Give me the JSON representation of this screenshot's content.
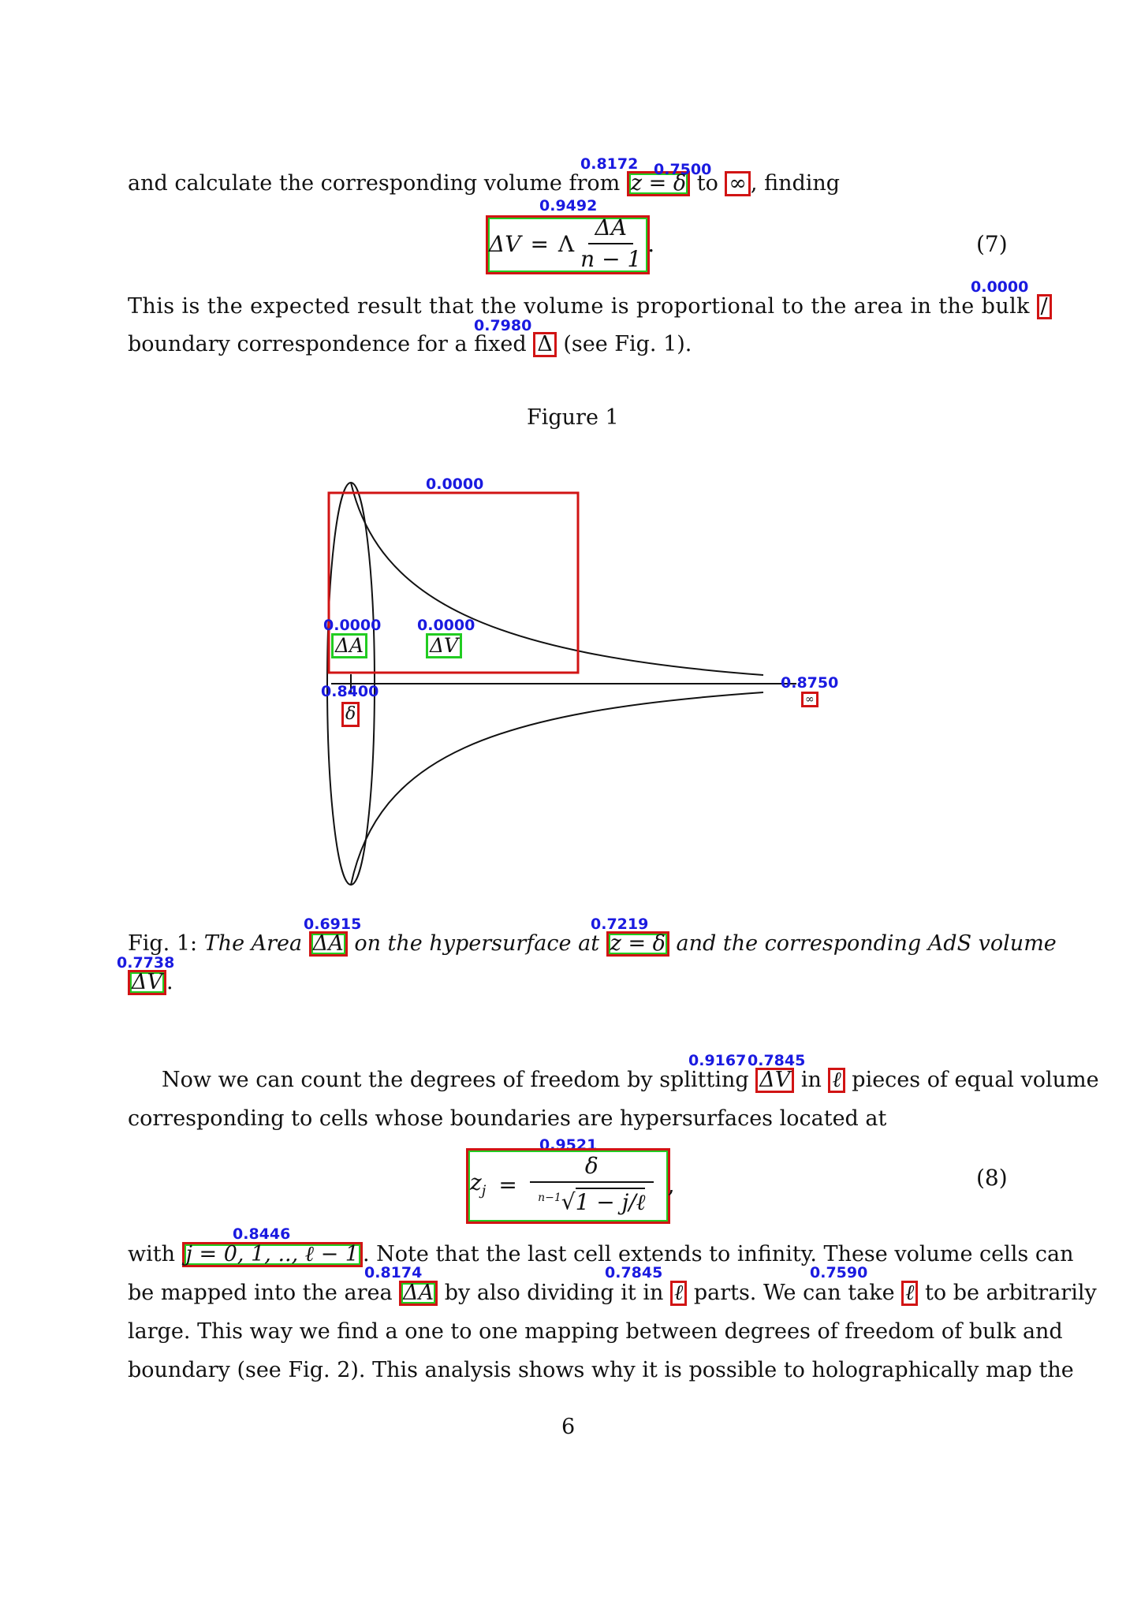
{
  "para1": {
    "text_before": "and calculate the corresponding volume from",
    "from_expr": "z = δ",
    "text_mid": "to",
    "to_expr": "∞",
    "text_after": ", finding"
  },
  "eq7": {
    "lhs": "ΔV",
    "equals": "=",
    "factor": "Λ",
    "numerator": "ΔA",
    "denominator": "n − 1",
    "trail": ".",
    "number": "(7)"
  },
  "para2": {
    "line1": "This is the expected result that the volume is proportional to the area in the bulk",
    "line1_end": "/",
    "line2_before": "boundary correspondence for a fixed",
    "line2_sym": "Δ",
    "line2_after": "(see Fig. 1)."
  },
  "figure1": {
    "title": "Figure 1",
    "label_area": "ΔA",
    "label_volume": "ΔV",
    "label_delta": "δ",
    "label_inf": "∞"
  },
  "caption1": {
    "prefix": "Fig. 1:",
    "text1": "The Area",
    "sym1": "ΔA",
    "text2": "on the hypersurface at",
    "sym2": "z = δ",
    "text3": "and the corresponding AdS volume",
    "sym3": "ΔV",
    "end": "."
  },
  "para3": {
    "l1_before": "Now we can count the degrees of freedom by splitting",
    "l1_sym1": "ΔV",
    "l1_mid": "in",
    "l1_sym2": "ℓ",
    "l1_after": "pieces of equal volume",
    "l2": "corresponding to cells whose boundaries are hypersurfaces located at"
  },
  "eq8": {
    "lhs": "z",
    "lhs_sub": "j",
    "equals": "=",
    "numerator": "δ",
    "root_index": "n−1",
    "radicand": "1 − j/ℓ",
    "trail": ",",
    "number": "(8)"
  },
  "para4": {
    "l1_before": "with",
    "l1_sym": "j = 0, 1, .., ℓ − 1",
    "l1_after": ". Note that the last cell extends to infinity. These volume cells can",
    "l2_before": "be mapped into the area",
    "l2_sym1": "ΔA",
    "l2_mid1": "by also dividing it in",
    "l2_sym2": "ℓ",
    "l2_mid2": "parts. We can take",
    "l2_sym3": "ℓ",
    "l2_after": "to be arbitrarily",
    "l3": "large. This way we find a one to one mapping between degrees of freedom of bulk and",
    "l4": "boundary (see Fig. 2). This analysis shows why it is possible to holographically map the"
  },
  "page_number": "6",
  "scores": {
    "s1": "0.8172",
    "s2": "0.7500",
    "s3": "0.9492",
    "s4": "0.0000",
    "s5": "0.7980",
    "s6": "0.0000",
    "s7": "0.0000",
    "s8": "0.0000",
    "s9": "0.8400",
    "s10": "0.8750",
    "s11": "0.6915",
    "s12": "0.7219",
    "s13": "0.7738",
    "s14": "0.9167",
    "s15": "0.7845",
    "s16": "0.9521",
    "s17": "0.8446",
    "s18": "0.8174",
    "s19": "0.7845",
    "s20": "0.7590"
  },
  "colors": {
    "box_red": "#d11414",
    "box_green": "#22cc22",
    "score_blue": "#1a1ae0"
  }
}
